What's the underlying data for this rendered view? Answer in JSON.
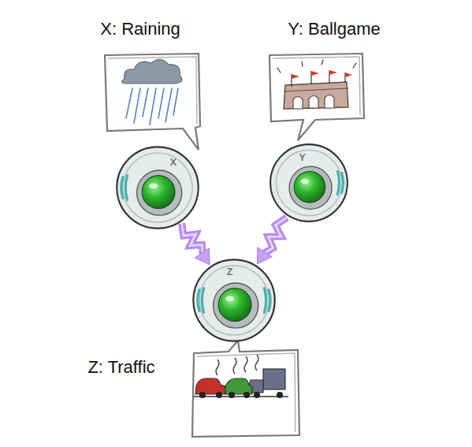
{
  "diagram": {
    "nodes": [
      {
        "text": [
          "X: Raining",
          "X"
        ]
      },
      {
        "text": [
          "Y: Ballgame",
          "Y"
        ]
      },
      {
        "text": [
          "Z: Traffic",
          "Z"
        ]
      }
    ],
    "edges": [
      {
        "from": 0,
        "to": 2,
        "arrow": "to"
      },
      {
        "from": 1,
        "to": 2,
        "arrow": "to"
      }
    ]
  }
}
